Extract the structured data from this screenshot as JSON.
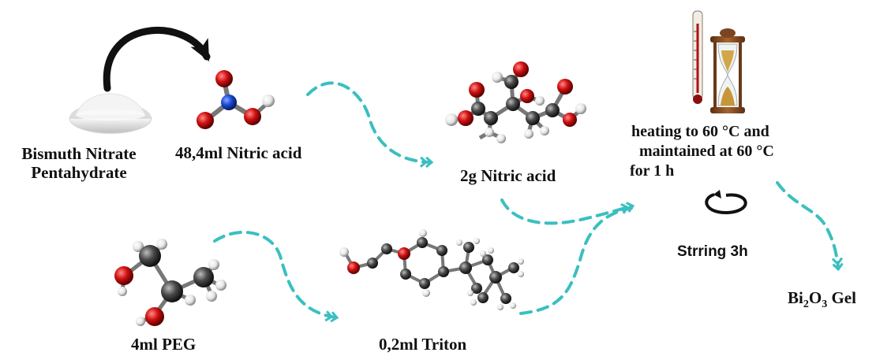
{
  "colors": {
    "arrow_dashed": "#3bbfc0",
    "arrow_curved": "#111111",
    "oxygen": "#d01010",
    "nitrogen": "#1a4bd6",
    "carbon": "#4a4a4a",
    "hydrogen": "#f2f2f2",
    "bond": "#777777",
    "powder": "#e8e8e8"
  },
  "icons": [
    "powder-dish-icon",
    "nitric-acid-molecule-icon",
    "citric-acid-molecule-icon",
    "thermometer-icon",
    "hourglass-icon",
    "stir-rotation-icon",
    "peg-molecule-icon",
    "triton-molecule-icon"
  ],
  "labels": {
    "bismuth_line1": "Bismuth Nitrate",
    "bismuth_line2": "Pentahydrate",
    "nitric": "48,4ml  Nitric  acid",
    "citric": "2g Nitric  acid",
    "heating_line1": "heating to 60 °C and",
    "heating_line2": "maintained at 60 °C",
    "heating_line3": "for 1 h",
    "stirring": "Strring 3h",
    "peg": "4ml PEG",
    "triton": "0,2ml Triton",
    "gel_bi": "Bi",
    "gel_sub2": "2",
    "gel_o": "O",
    "gel_sub3": "3",
    "gel_suffix": " Gel"
  }
}
